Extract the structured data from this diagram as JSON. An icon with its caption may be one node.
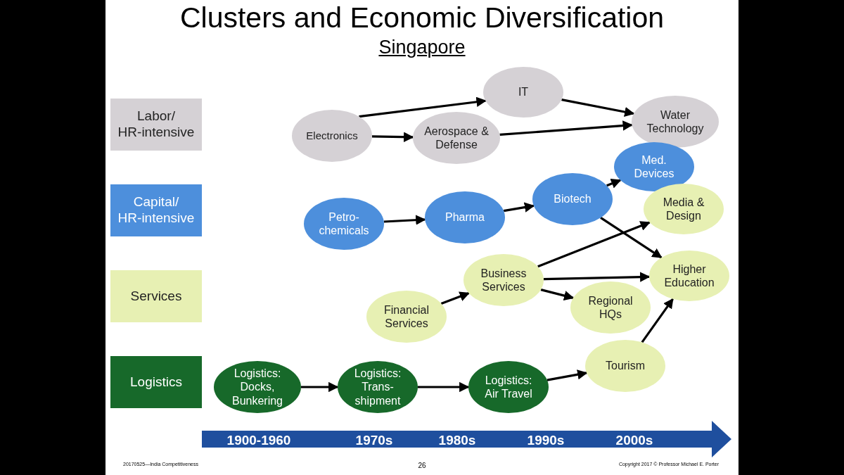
{
  "diagram": {
    "title": "Clusters and Economic Diversification",
    "caption": "Singapore",
    "nodes": [
      {
        "text": [
          "Labor/ HR-intensive"
        ]
      },
      {
        "text": [
          "Capital/ HR-intensive"
        ]
      },
      {
        "text": [
          "Services"
        ]
      },
      {
        "text": [
          "Logistics"
        ]
      },
      {
        "text": [
          "Electronics"
        ]
      },
      {
        "text": [
          "IT"
        ]
      },
      {
        "text": [
          "Aerospace & Defense"
        ]
      },
      {
        "text": [
          "Water Technology"
        ]
      },
      {
        "text": [
          "Med. Devices"
        ]
      },
      {
        "text": [
          "Petro-chemicals"
        ]
      },
      {
        "text": [
          "Pharma"
        ]
      },
      {
        "text": [
          "Biotech"
        ]
      },
      {
        "text": [
          "Media & Design"
        ]
      },
      {
        "text": [
          "Business Services"
        ]
      },
      {
        "text": [
          "Higher Education"
        ]
      },
      {
        "text": [
          "Financial Services"
        ]
      },
      {
        "text": [
          "Regional HQs"
        ]
      },
      {
        "text": [
          "Tourism"
        ]
      },
      {
        "text": [
          "Logistics: Docks, Bunkering"
        ]
      },
      {
        "text": [
          "Logistics: Trans-shipment"
        ]
      },
      {
        "text": [
          "Logistics: Air Travel"
        ]
      }
    ],
    "edges": [
      {
        "from": 4,
        "to": 5,
        "arrow": "to"
      },
      {
        "from": 4,
        "to": 6,
        "arrow": "to"
      },
      {
        "from": 5,
        "to": 7,
        "arrow": "to"
      },
      {
        "from": 6,
        "to": 7,
        "arrow": "to"
      },
      {
        "from": 9,
        "to": 10,
        "arrow": "to"
      },
      {
        "from": 10,
        "to": 11,
        "arrow": "to"
      },
      {
        "from": 11,
        "to": 8,
        "arrow": "to"
      },
      {
        "from": 11,
        "to": 14,
        "arrow": "to"
      },
      {
        "from": 13,
        "to": 12,
        "arrow": "to"
      },
      {
        "from": 13,
        "to": 14,
        "arrow": "to"
      },
      {
        "from": 13,
        "to": 16,
        "arrow": "to"
      },
      {
        "from": 15,
        "to": 13,
        "arrow": "to"
      },
      {
        "from": 18,
        "to": 19,
        "arrow": "to"
      },
      {
        "from": 19,
        "to": 20,
        "arrow": "to"
      },
      {
        "from": 20,
        "to": 17,
        "arrow": "to"
      },
      {
        "from": 17,
        "to": 14,
        "arrow": "to"
      }
    ],
    "labels": [
      "1900-1960",
      "1970s",
      "1980s",
      "1990s",
      "2000s",
      "20170525—India Competitiveness",
      "26",
      "Copyright 2017 © Professor Michael E. Porter"
    ]
  }
}
